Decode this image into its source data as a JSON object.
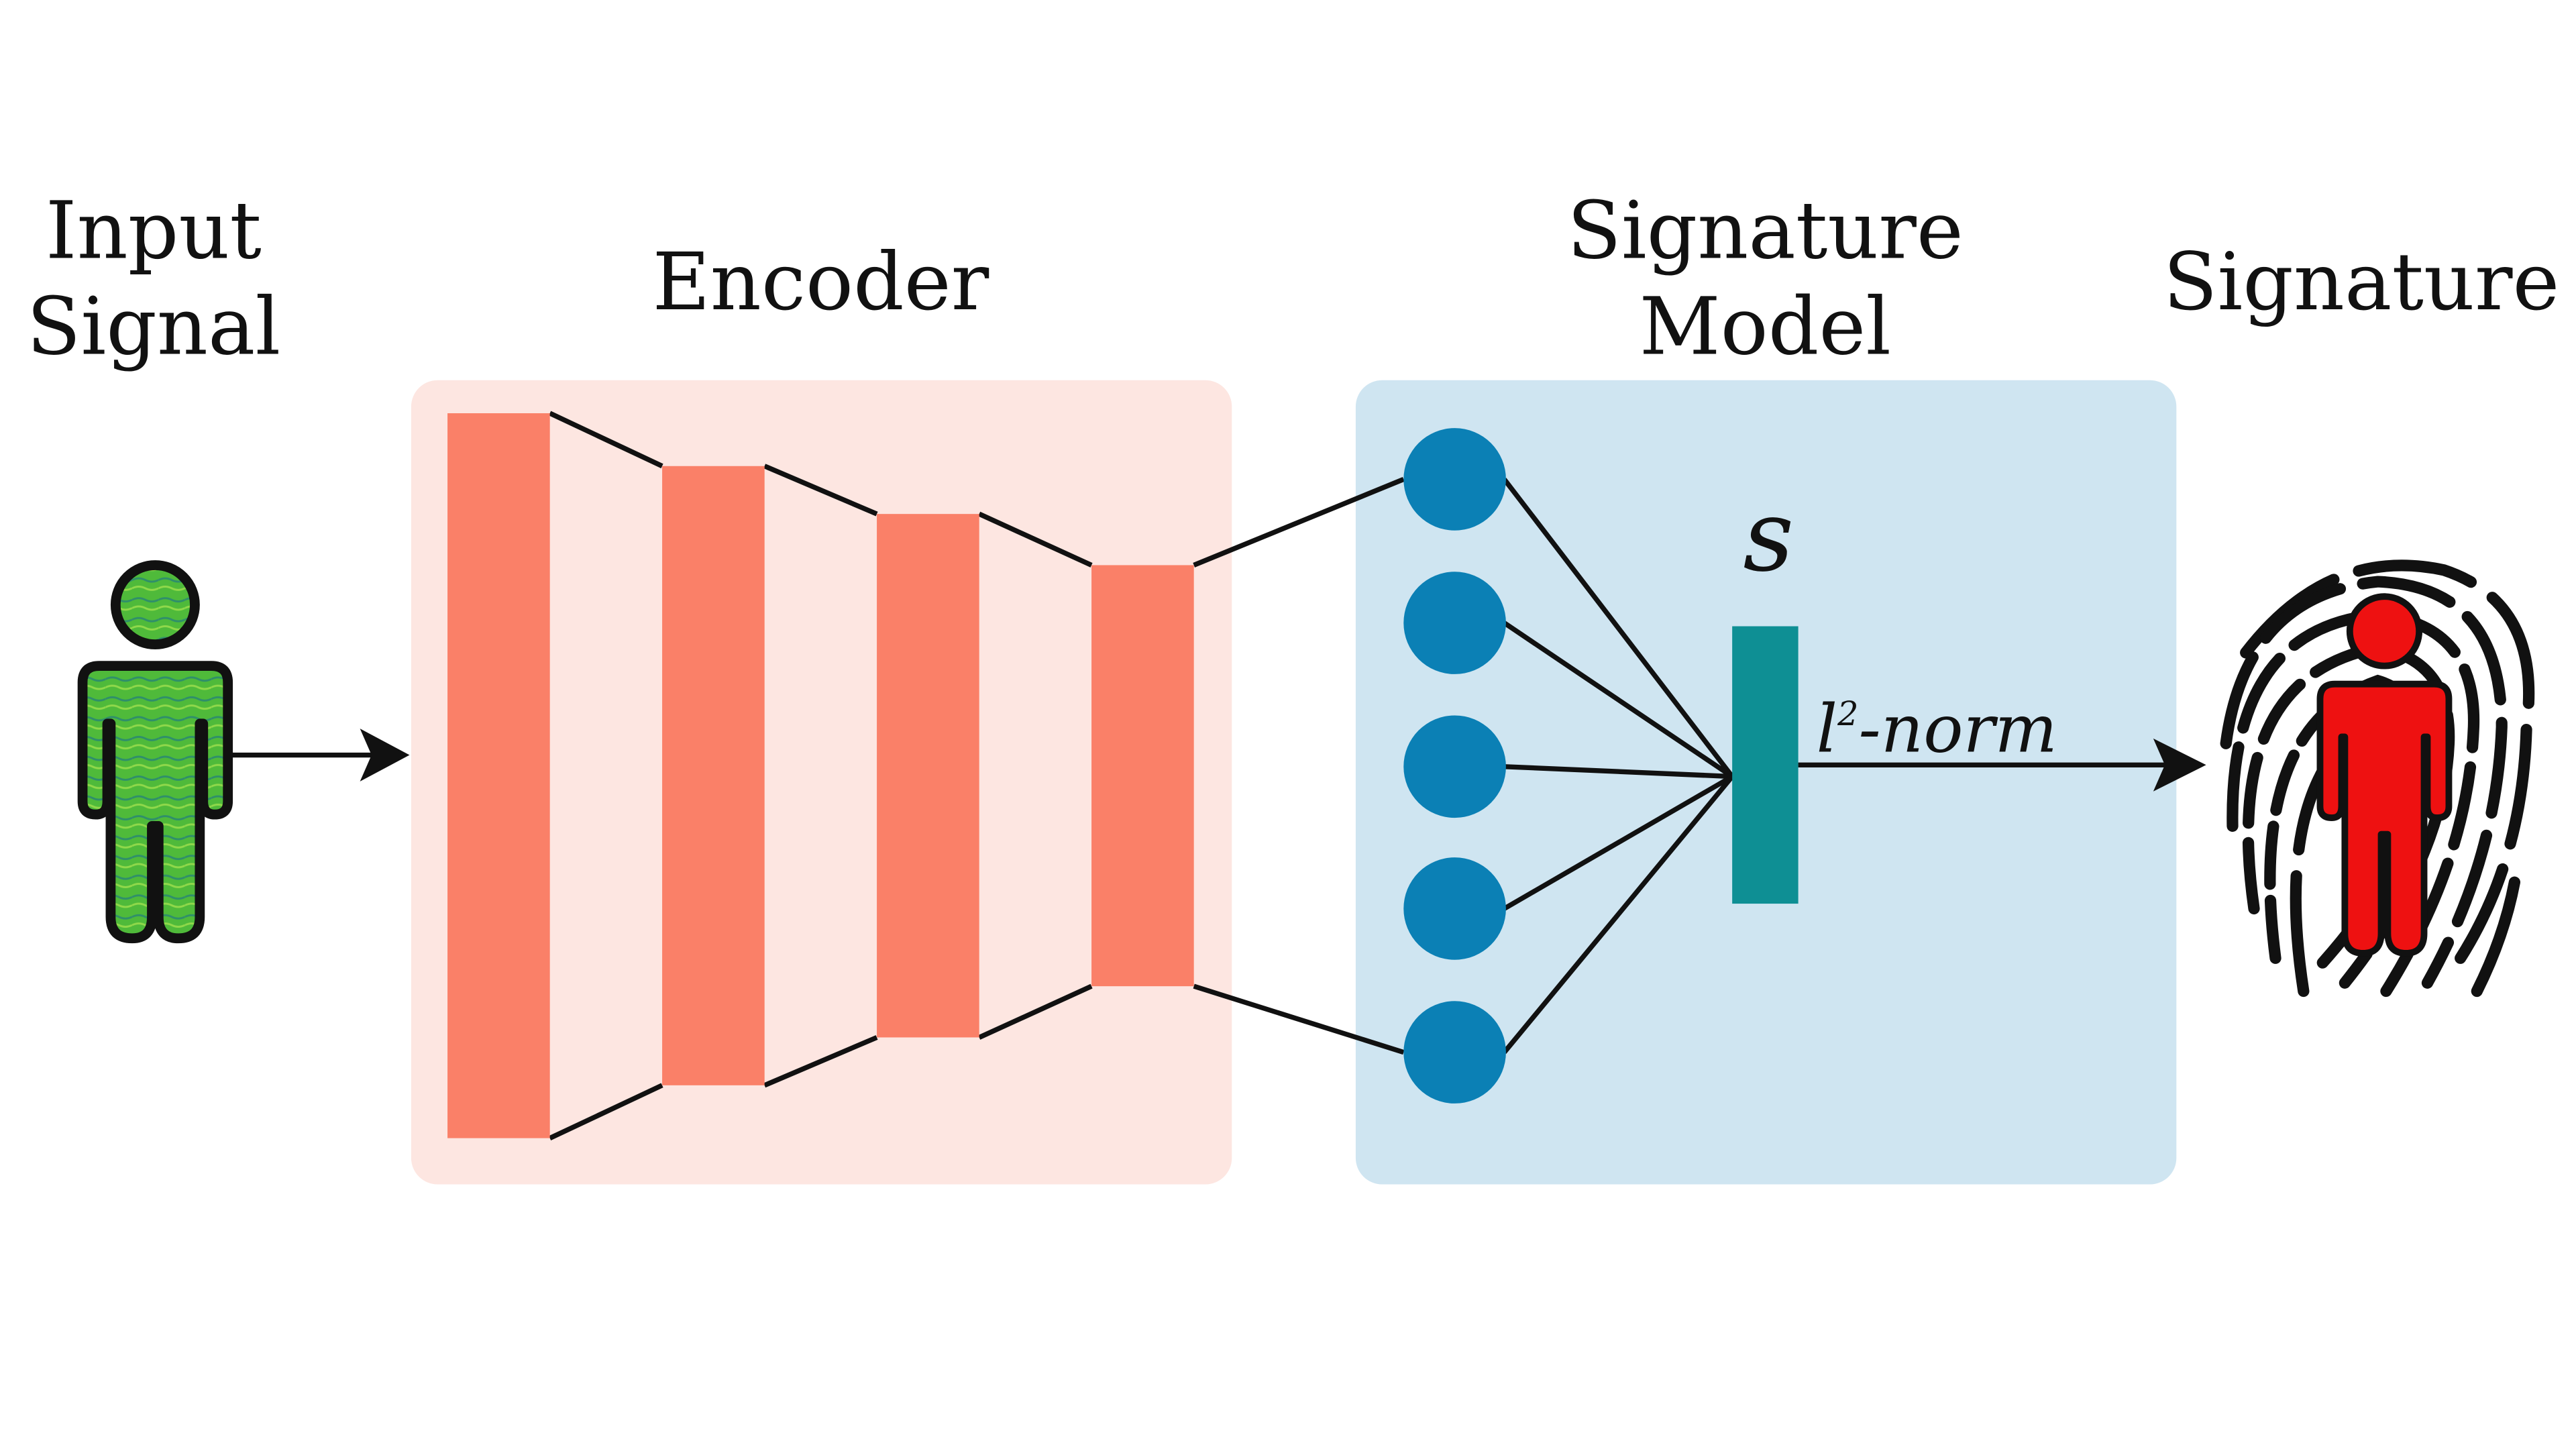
{
  "labels": {
    "input_line1": "Input",
    "input_line2": "Signal",
    "encoder": "Encoder",
    "sigmodel_line1": "Signature",
    "sigmodel_line2": "Model",
    "signature": "Signature",
    "s_symbol": "s",
    "norm_base": "l",
    "norm_sup": "2",
    "norm_rest": "-norm"
  },
  "colors": {
    "encoder_panel": "#fde6e1",
    "encoder_layer": "#fa8068",
    "model_panel": "#cfe5f1",
    "neuron": "#0b80b5",
    "signature_vector": "#0e8f94",
    "input_person": "#4fba3a",
    "signature_person": "#ee1111",
    "fingerprint": "#111111",
    "connector": "#111111"
  },
  "icons": {
    "input": "person-icon",
    "output": "fingerprint-icon"
  }
}
